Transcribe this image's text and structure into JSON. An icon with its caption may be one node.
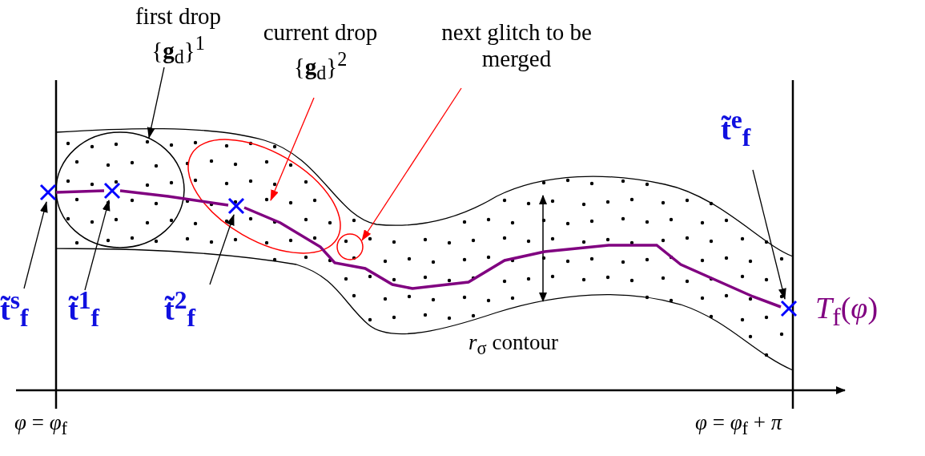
{
  "diagram": {
    "nodes": [
      {
        "text": [
          "first drop {**g**$_{d}$}$^{1}$"
        ]
      },
      {
        "text": [],
        "shape": "ellipse"
      },
      {
        "text": [
          "current drop {**g**$_{d}$}$^{2}$"
        ]
      },
      {
        "text": [],
        "shape": "ellipse"
      },
      {
        "text": [
          "next glitch to be merged"
        ]
      },
      {
        "text": [],
        "shape": "circle"
      },
      {
        "text": [
          "t̃$^{s}$$_{f}$"
        ]
      },
      {
        "text": [],
        "shape": "cross"
      },
      {
        "text": [
          "t̃$^{1}$$_{f}$"
        ]
      },
      {
        "text": [],
        "shape": "cross",
        "in": 1
      },
      {
        "text": [
          "t̃$^{2}$$_{f}$"
        ]
      },
      {
        "text": [],
        "shape": "cross",
        "in": 3
      },
      {
        "text": [
          "t̃$^{e}$$_{f}$"
        ]
      },
      {
        "text": [],
        "shape": "cross"
      }
    ],
    "edges": [
      {
        "from": 0,
        "to": 1,
        "arrow": "to"
      },
      {
        "from": 2,
        "to": 3,
        "arrow": "to",
        "color": "#ff0000"
      },
      {
        "from": 4,
        "to": 5,
        "arrow": "to",
        "color": "#ff0000"
      },
      {
        "from": 6,
        "to": 7,
        "arrow": "to"
      },
      {
        "from": 8,
        "to": 9,
        "arrow": "to"
      },
      {
        "from": 10,
        "to": 11,
        "arrow": "to"
      },
      {
        "from": 12,
        "to": 13,
        "arrow": "to"
      },
      {
        "from": 7,
        "to": 9,
        "arrow": "none",
        "style": "thick",
        "color": "#800080"
      },
      {
        "from": 9,
        "to": 11,
        "arrow": "none",
        "style": "thick",
        "color": "#800080"
      },
      {
        "from": 11,
        "to": 13,
        "arrow": "none",
        "style": "thick",
        "color": "#800080"
      }
    ],
    "labels": [
      "*T*$_{f}$(*φ*)",
      "*r*$_{σ}$ contour",
      "*φ* = *φ*$_{f}$",
      "*φ* = *φ*$_{f}$ + *π*"
    ]
  }
}
